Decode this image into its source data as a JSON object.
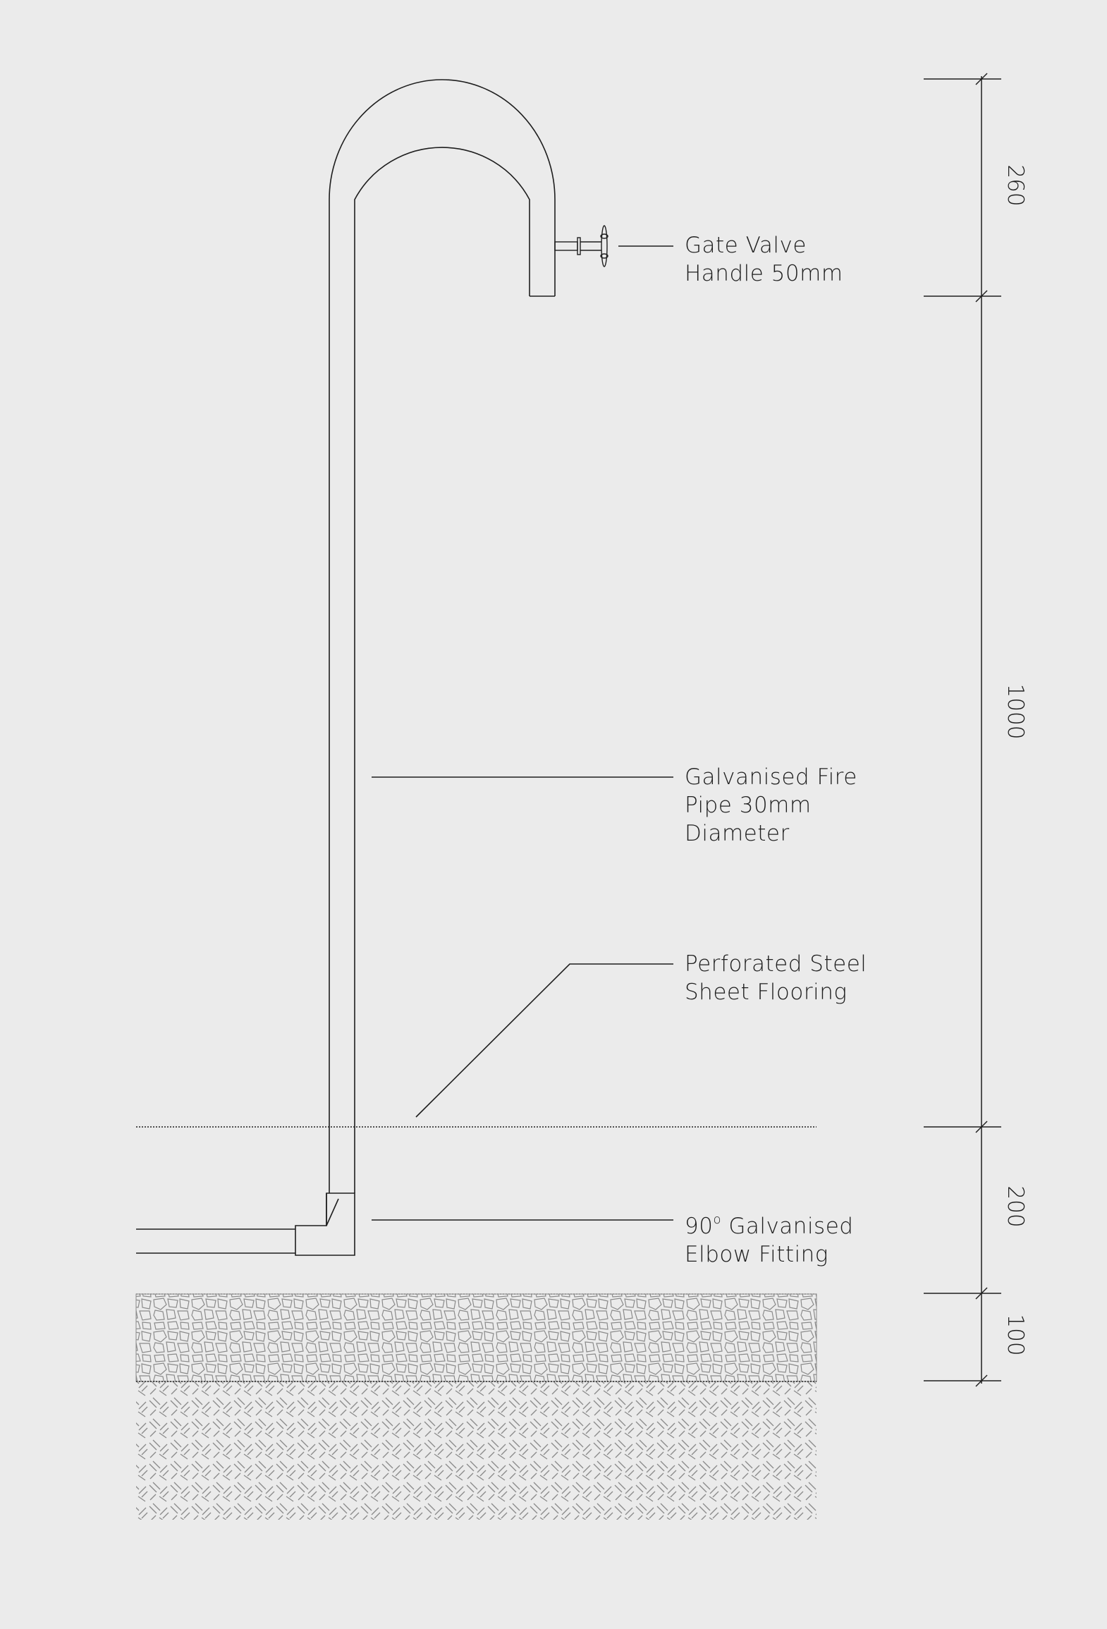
{
  "labels": {
    "gate_valve": [
      "Gate Valve",
      "Handle 50mm"
    ],
    "fire_pipe": [
      "Galvanised Fire",
      "Pipe 30mm",
      "Diameter"
    ],
    "flooring": [
      "Perforated Steel",
      "Sheet Flooring"
    ],
    "elbow": {
      "lead": "90",
      "sup": "o",
      "rest": " Galvanised",
      "line2": "Elbow Fitting"
    }
  },
  "dimensions": [
    "260",
    "1000",
    "200",
    "100"
  ],
  "colors": {
    "background": "#ebebeb",
    "line": "#1e1e1e",
    "hatch": "#8a8a8a"
  }
}
